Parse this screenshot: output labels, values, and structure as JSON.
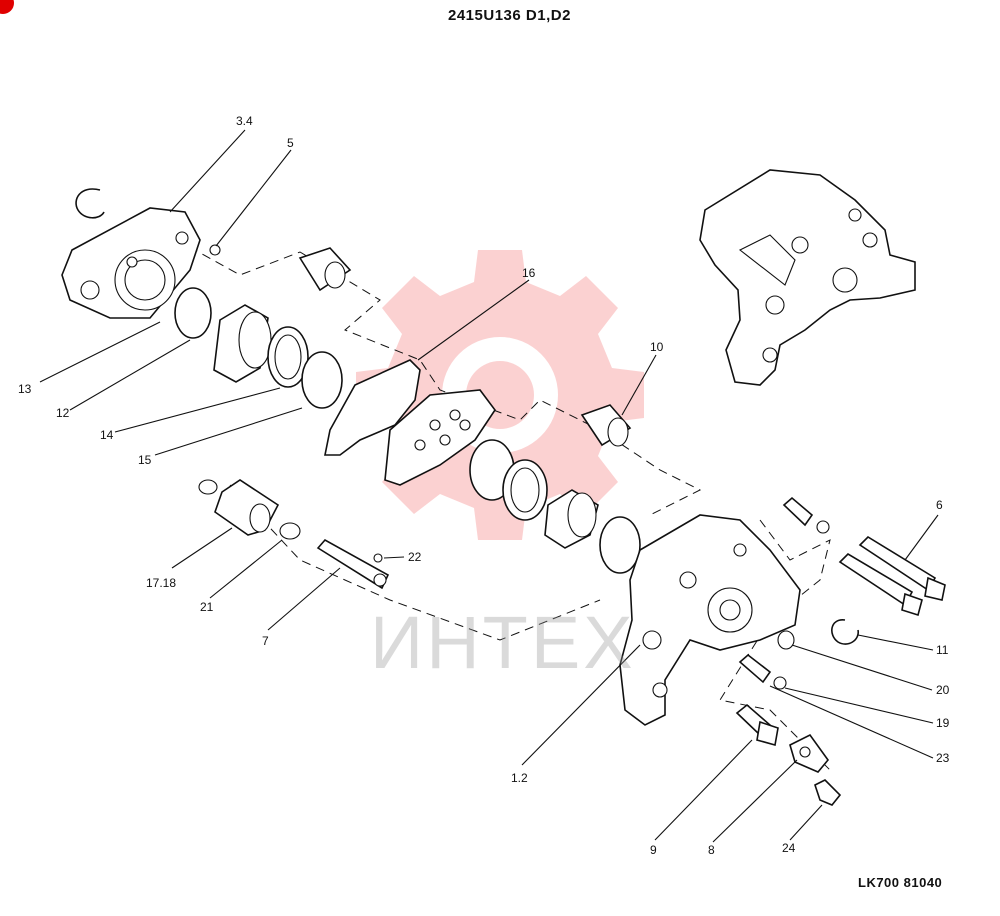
{
  "header": {
    "code": "2415U136  D1,D2"
  },
  "footer": {
    "code": "LK700 81040"
  },
  "watermark": {
    "text": "ИНТЕХ",
    "logo": "gear-logo-icon",
    "color": "#ee3333"
  },
  "callouts": [
    {
      "id": "c-3-4",
      "label": "3.4"
    },
    {
      "id": "c-5",
      "label": "5"
    },
    {
      "id": "c-16",
      "label": "16"
    },
    {
      "id": "c-10",
      "label": "10"
    },
    {
      "id": "c-13",
      "label": "13"
    },
    {
      "id": "c-12",
      "label": "12"
    },
    {
      "id": "c-14",
      "label": "14"
    },
    {
      "id": "c-15",
      "label": "15"
    },
    {
      "id": "c-22",
      "label": "22"
    },
    {
      "id": "c-17-18",
      "label": "17.18"
    },
    {
      "id": "c-21",
      "label": "21"
    },
    {
      "id": "c-7",
      "label": "7"
    },
    {
      "id": "c-6",
      "label": "6"
    },
    {
      "id": "c-11",
      "label": "11"
    },
    {
      "id": "c-20",
      "label": "20"
    },
    {
      "id": "c-19",
      "label": "19"
    },
    {
      "id": "c-23",
      "label": "23"
    },
    {
      "id": "c-1-2",
      "label": "1.2"
    },
    {
      "id": "c-9",
      "label": "9"
    },
    {
      "id": "c-8",
      "label": "8"
    },
    {
      "id": "c-24",
      "label": "24"
    }
  ]
}
